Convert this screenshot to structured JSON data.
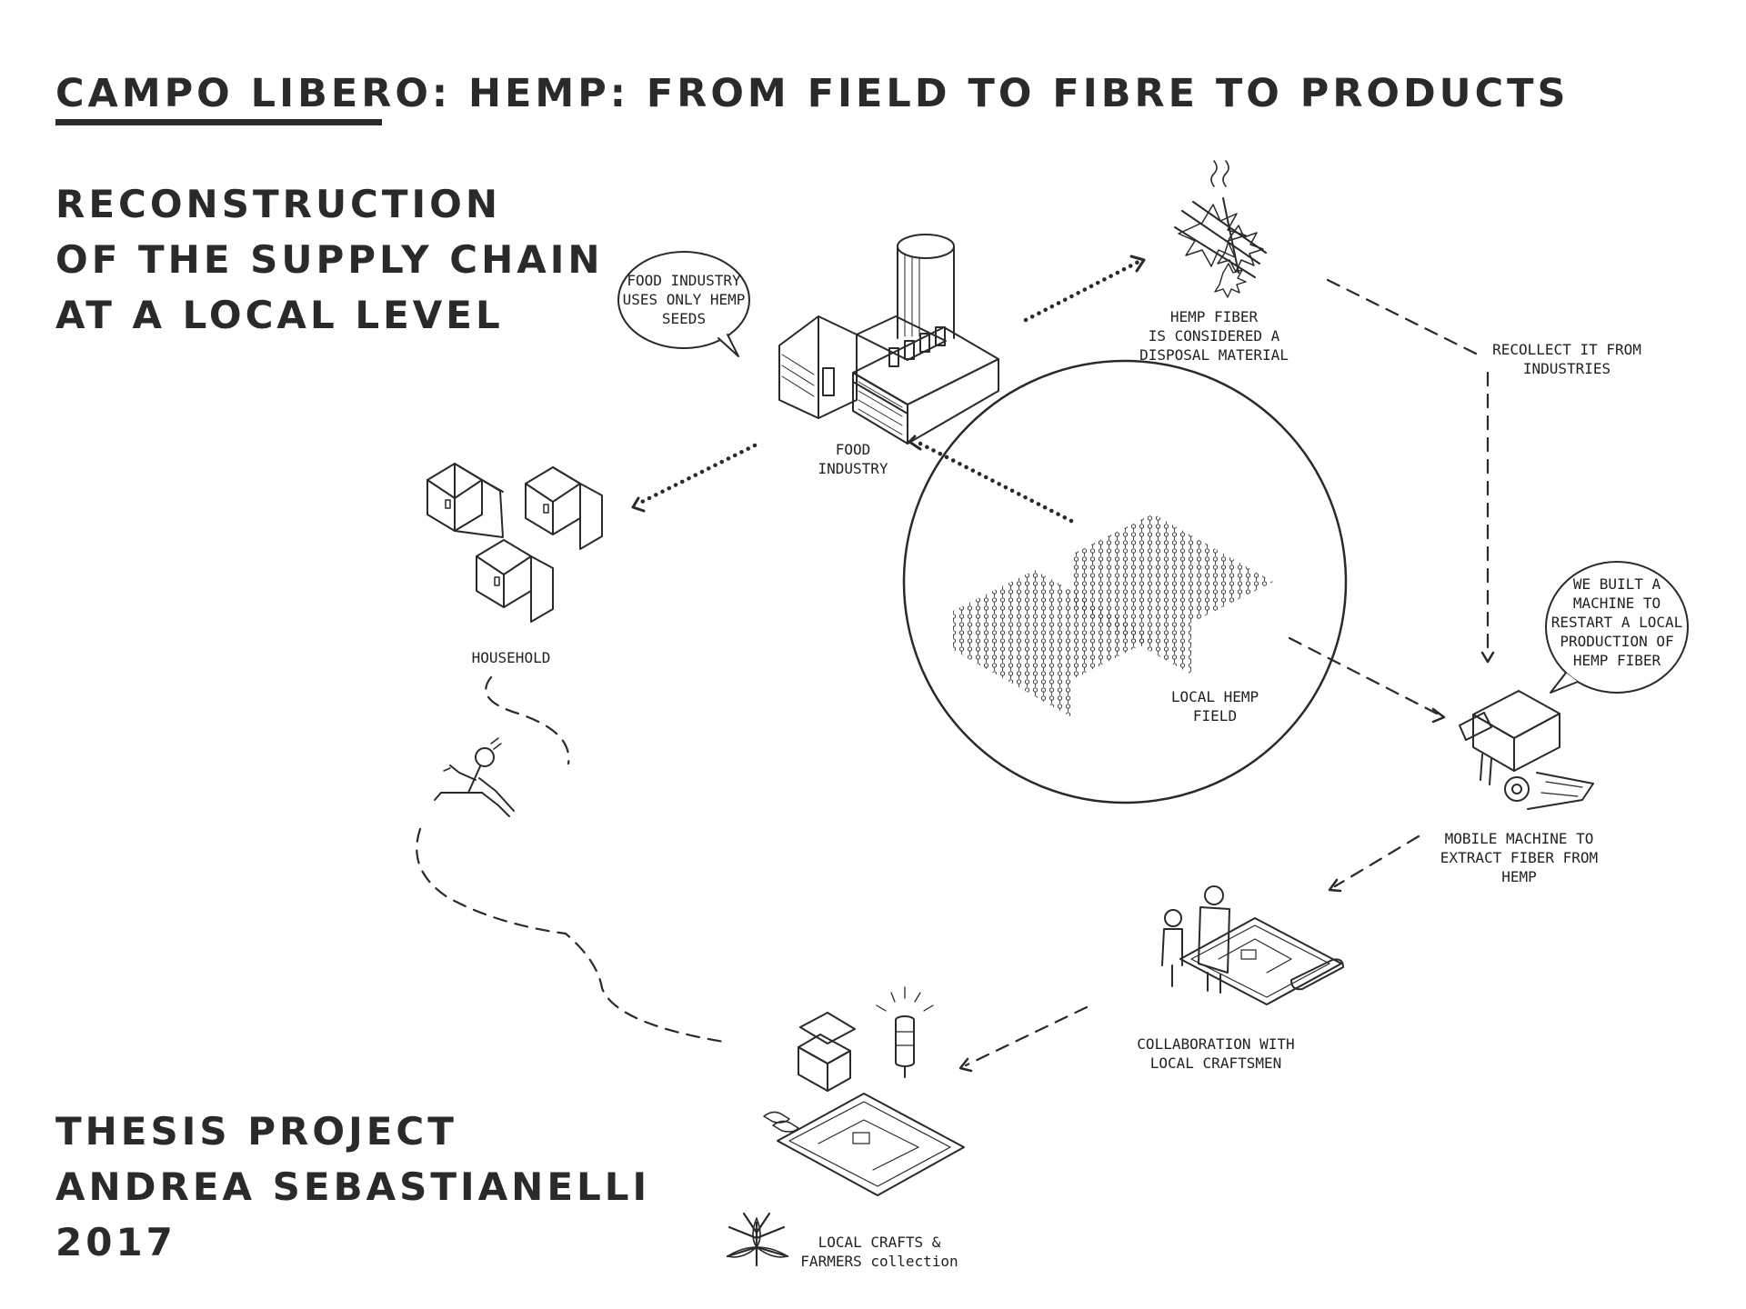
{
  "header": {
    "title_part1": "CAMPO LIBERO",
    "title_part2": ": HEMP: FROM FIELD TO FIBRE TO PRODUCTS"
  },
  "intro": {
    "lines": [
      "RECONSTRUCTION",
      "OF THE SUPPLY CHAIN",
      "AT A LOCAL LEVEL"
    ]
  },
  "credits": {
    "lines": [
      "THESIS PROJECT",
      "ANDREA SEBASTIANELLI",
      "2017"
    ]
  },
  "bubbles": {
    "food": [
      "FOOD INDUSTRY",
      "USES ONLY HEMP",
      "SEEDS"
    ],
    "machine": [
      "WE BUILT A",
      "MACHINE TO",
      "RESTART A LOCAL",
      "PRODUCTION OF",
      "HEMP FIBER"
    ]
  },
  "labels": {
    "food_industry": [
      "FOOD",
      "INDUSTRY"
    ],
    "hemp_fiber": [
      "HEMP FIBER",
      "IS CONSIDERED A",
      "DISPOSAL MATERIAL"
    ],
    "recollect": [
      "RECOLLECT IT FROM",
      "INDUSTRIES"
    ],
    "household": [
      "HOUSEHOLD"
    ],
    "field": [
      "LOCAL HEMP",
      "FIELD"
    ],
    "machine": [
      "MOBILE MACHINE TO",
      "EXTRACT FIBER FROM",
      "HEMP"
    ],
    "craftsmen": [
      "COLLABORATION WITH",
      "LOCAL CRAFTSMEN"
    ],
    "collection": [
      "LOCAL CRAFTS &",
      "FARMERS collection"
    ]
  },
  "icons": [
    "factory-icon",
    "hemp-fiber-icon",
    "house-icon",
    "hemp-field-icon",
    "runner-icon",
    "machine-icon",
    "craftsmen-icon",
    "furniture-icon",
    "hemp-leaf-icon"
  ],
  "colors": {
    "ink": "#2a2a2a",
    "background": "#ffffff"
  }
}
